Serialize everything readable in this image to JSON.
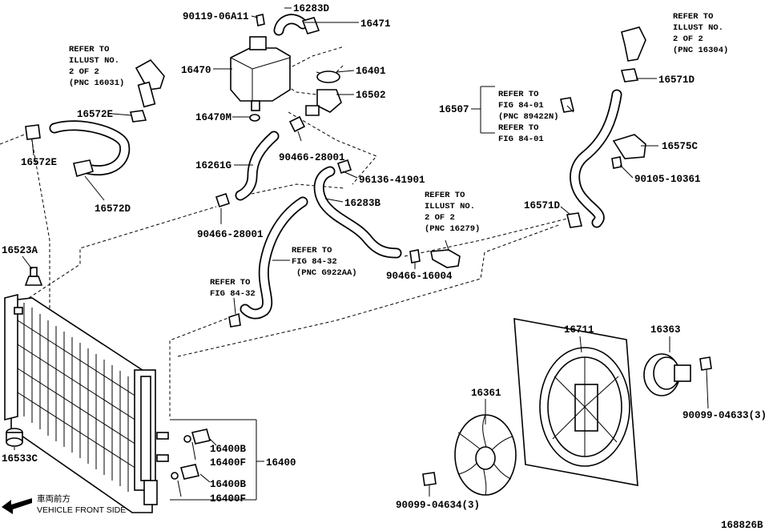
{
  "labels": {
    "p16283D": "16283D",
    "p16471": "16471",
    "p90119": "90119-06A11",
    "p16470": "16470",
    "p16401": "16401",
    "p16502": "16502",
    "p16470M": "16470M",
    "p16261G": "16261G",
    "p90466a": "90466-28001",
    "p90466b": "90466-28001",
    "p96136": "96136-41901",
    "p16283B": "16283B",
    "p90466c": "90466-16004",
    "p16572E_a": "16572E",
    "p16572E_b": "16572E",
    "p16572D": "16572D",
    "p16523A": "16523A",
    "p16533C": "16533C",
    "p16507": "16507",
    "p16571D_a": "16571D",
    "p16571D_b": "16571D",
    "p16575C": "16575C",
    "p90105": "90105-10361",
    "p16711": "16711",
    "p16363": "16363",
    "p16361": "16361",
    "p90099a": "90099-04633(3)",
    "p90099b": "90099-04634(3)",
    "p16400B_a": "16400B",
    "p16400F_a": "16400F",
    "p16400B_b": "16400B",
    "p16400F_b": "16400F",
    "p16400": "16400"
  },
  "refs": {
    "r1": [
      "REFER TO",
      "ILLUST NO.",
      "2 OF 2",
      "(PNC 16031)"
    ],
    "r2": [
      "REFER TO",
      "ILLUST NO.",
      "2 OF 2",
      "(PNC 16304)"
    ],
    "r3": [
      "REFER TO",
      "FIG 84-01",
      "(PNC 89422N)"
    ],
    "r4": [
      "REFER TO",
      "FIG 84-01"
    ],
    "r5": [
      "REFER TO",
      "ILLUST NO.",
      "2 OF 2",
      "(PNC 16279)"
    ],
    "r6": [
      "REFER TO",
      "FIG 84-32",
      "(PNC G922AA)"
    ],
    "r7": [
      "REFER TO",
      "FIG 84-32"
    ]
  },
  "footer": {
    "vehicle_front_jp": "車両前方",
    "vehicle_front_en": "VEHICLE FRONT SIDE",
    "illustration_id": "168826B"
  }
}
